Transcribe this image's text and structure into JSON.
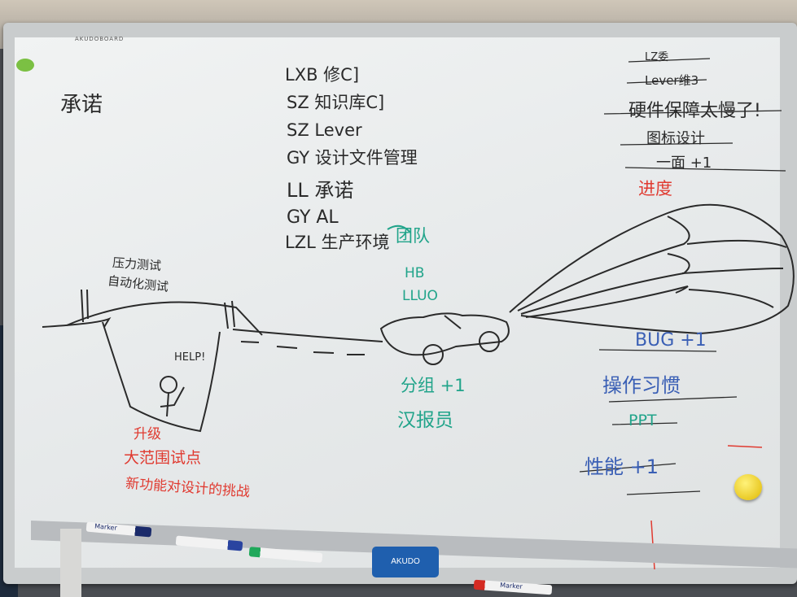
{
  "board": {
    "brand": "AKUDOBOARD",
    "eraser_brand": "AKUDO"
  },
  "names_list": [
    "LXB 修C]",
    "SZ 知识库C]",
    "SZ Lever",
    "GY 设计文件管理",
    "LL 承诺",
    "GY AL",
    "LZL 生产环境"
  ],
  "left_sketch": {
    "heading": "承诺",
    "bridge_line1": "压力测试",
    "bridge_line2": "自动化测试",
    "help": "HELP!",
    "red_line1": "升级",
    "red_line2": "大范围试点",
    "red_line3": "新功能对设计的挑战"
  },
  "center": {
    "team": "团队",
    "hb": "HB",
    "lluo": "LLUO",
    "plus1": "分组 +1",
    "reporter": "汉报员"
  },
  "right_list": {
    "item1": "LZ委",
    "item2": "Lever维3",
    "item3": "硬件保障太慢了!",
    "item4": "图标设计",
    "item5": "一面 +1",
    "progress": "进度",
    "bug": "BUG +1",
    "habit": "操作习惯",
    "ppt": "PPT",
    "perf": "性能 +1"
  },
  "markers": {
    "blue_label": "Marker",
    "red_label": "Marker"
  },
  "colors": {
    "black_ink": "#2a2a2a",
    "green_ink": "#21a48a",
    "red_ink": "#e03a30",
    "blue_ink": "#3a5fb5",
    "eraser": "#1f5fae",
    "magnet": "#f0cc10"
  }
}
